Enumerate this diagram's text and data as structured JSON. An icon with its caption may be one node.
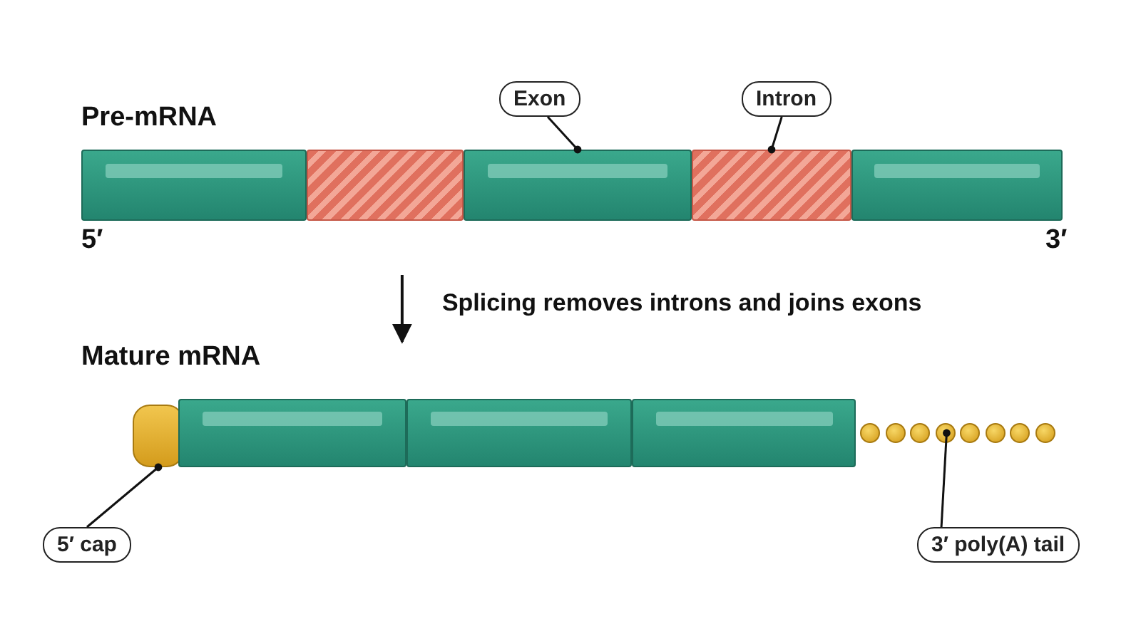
{
  "diagram": {
    "nodes": [
      {
        "text": [
          "Exon"
        ]
      },
      {
        "text": [
          "Intron"
        ]
      },
      {
        "text": [
          "Pre-mRNA"
        ],
        "beside": [
          "5′",
          "3′"
        ]
      },
      {
        "text": [],
        "shape": "bar",
        "in": 2
      },
      {
        "text": [],
        "shape": "bar",
        "in": 2
      },
      {
        "text": [],
        "shape": "bar",
        "in": 2
      },
      {
        "text": [],
        "shape": "bar",
        "in": 2
      },
      {
        "text": [],
        "shape": "bar",
        "in": 2
      },
      {
        "text": [
          "Mature mRNA"
        ]
      },
      {
        "text": [],
        "shape": "circle",
        "in": 8
      },
      {
        "text": [],
        "shape": "bar",
        "in": 8
      },
      {
        "text": [],
        "shape": "bar",
        "in": 8
      },
      {
        "text": [],
        "shape": "bar",
        "in": 8
      },
      {
        "text": [],
        "shape": "beads",
        "in": 8
      },
      {
        "text": [
          "5′ cap"
        ]
      },
      {
        "text": [
          "3′ poly(A) tail"
        ]
      }
    ],
    "edges": [
      {
        "from": 0,
        "to": 5,
        "arrow": "other"
      },
      {
        "from": 1,
        "to": 6,
        "arrow": "other"
      },
      {
        "from": 2,
        "to": 8,
        "arrow": "to",
        "label": "Splicing removes introns and joins exons"
      },
      {
        "from": 14,
        "to": 9,
        "arrow": "other"
      },
      {
        "from": 15,
        "to": 13,
        "arrow": "other"
      }
    ]
  }
}
